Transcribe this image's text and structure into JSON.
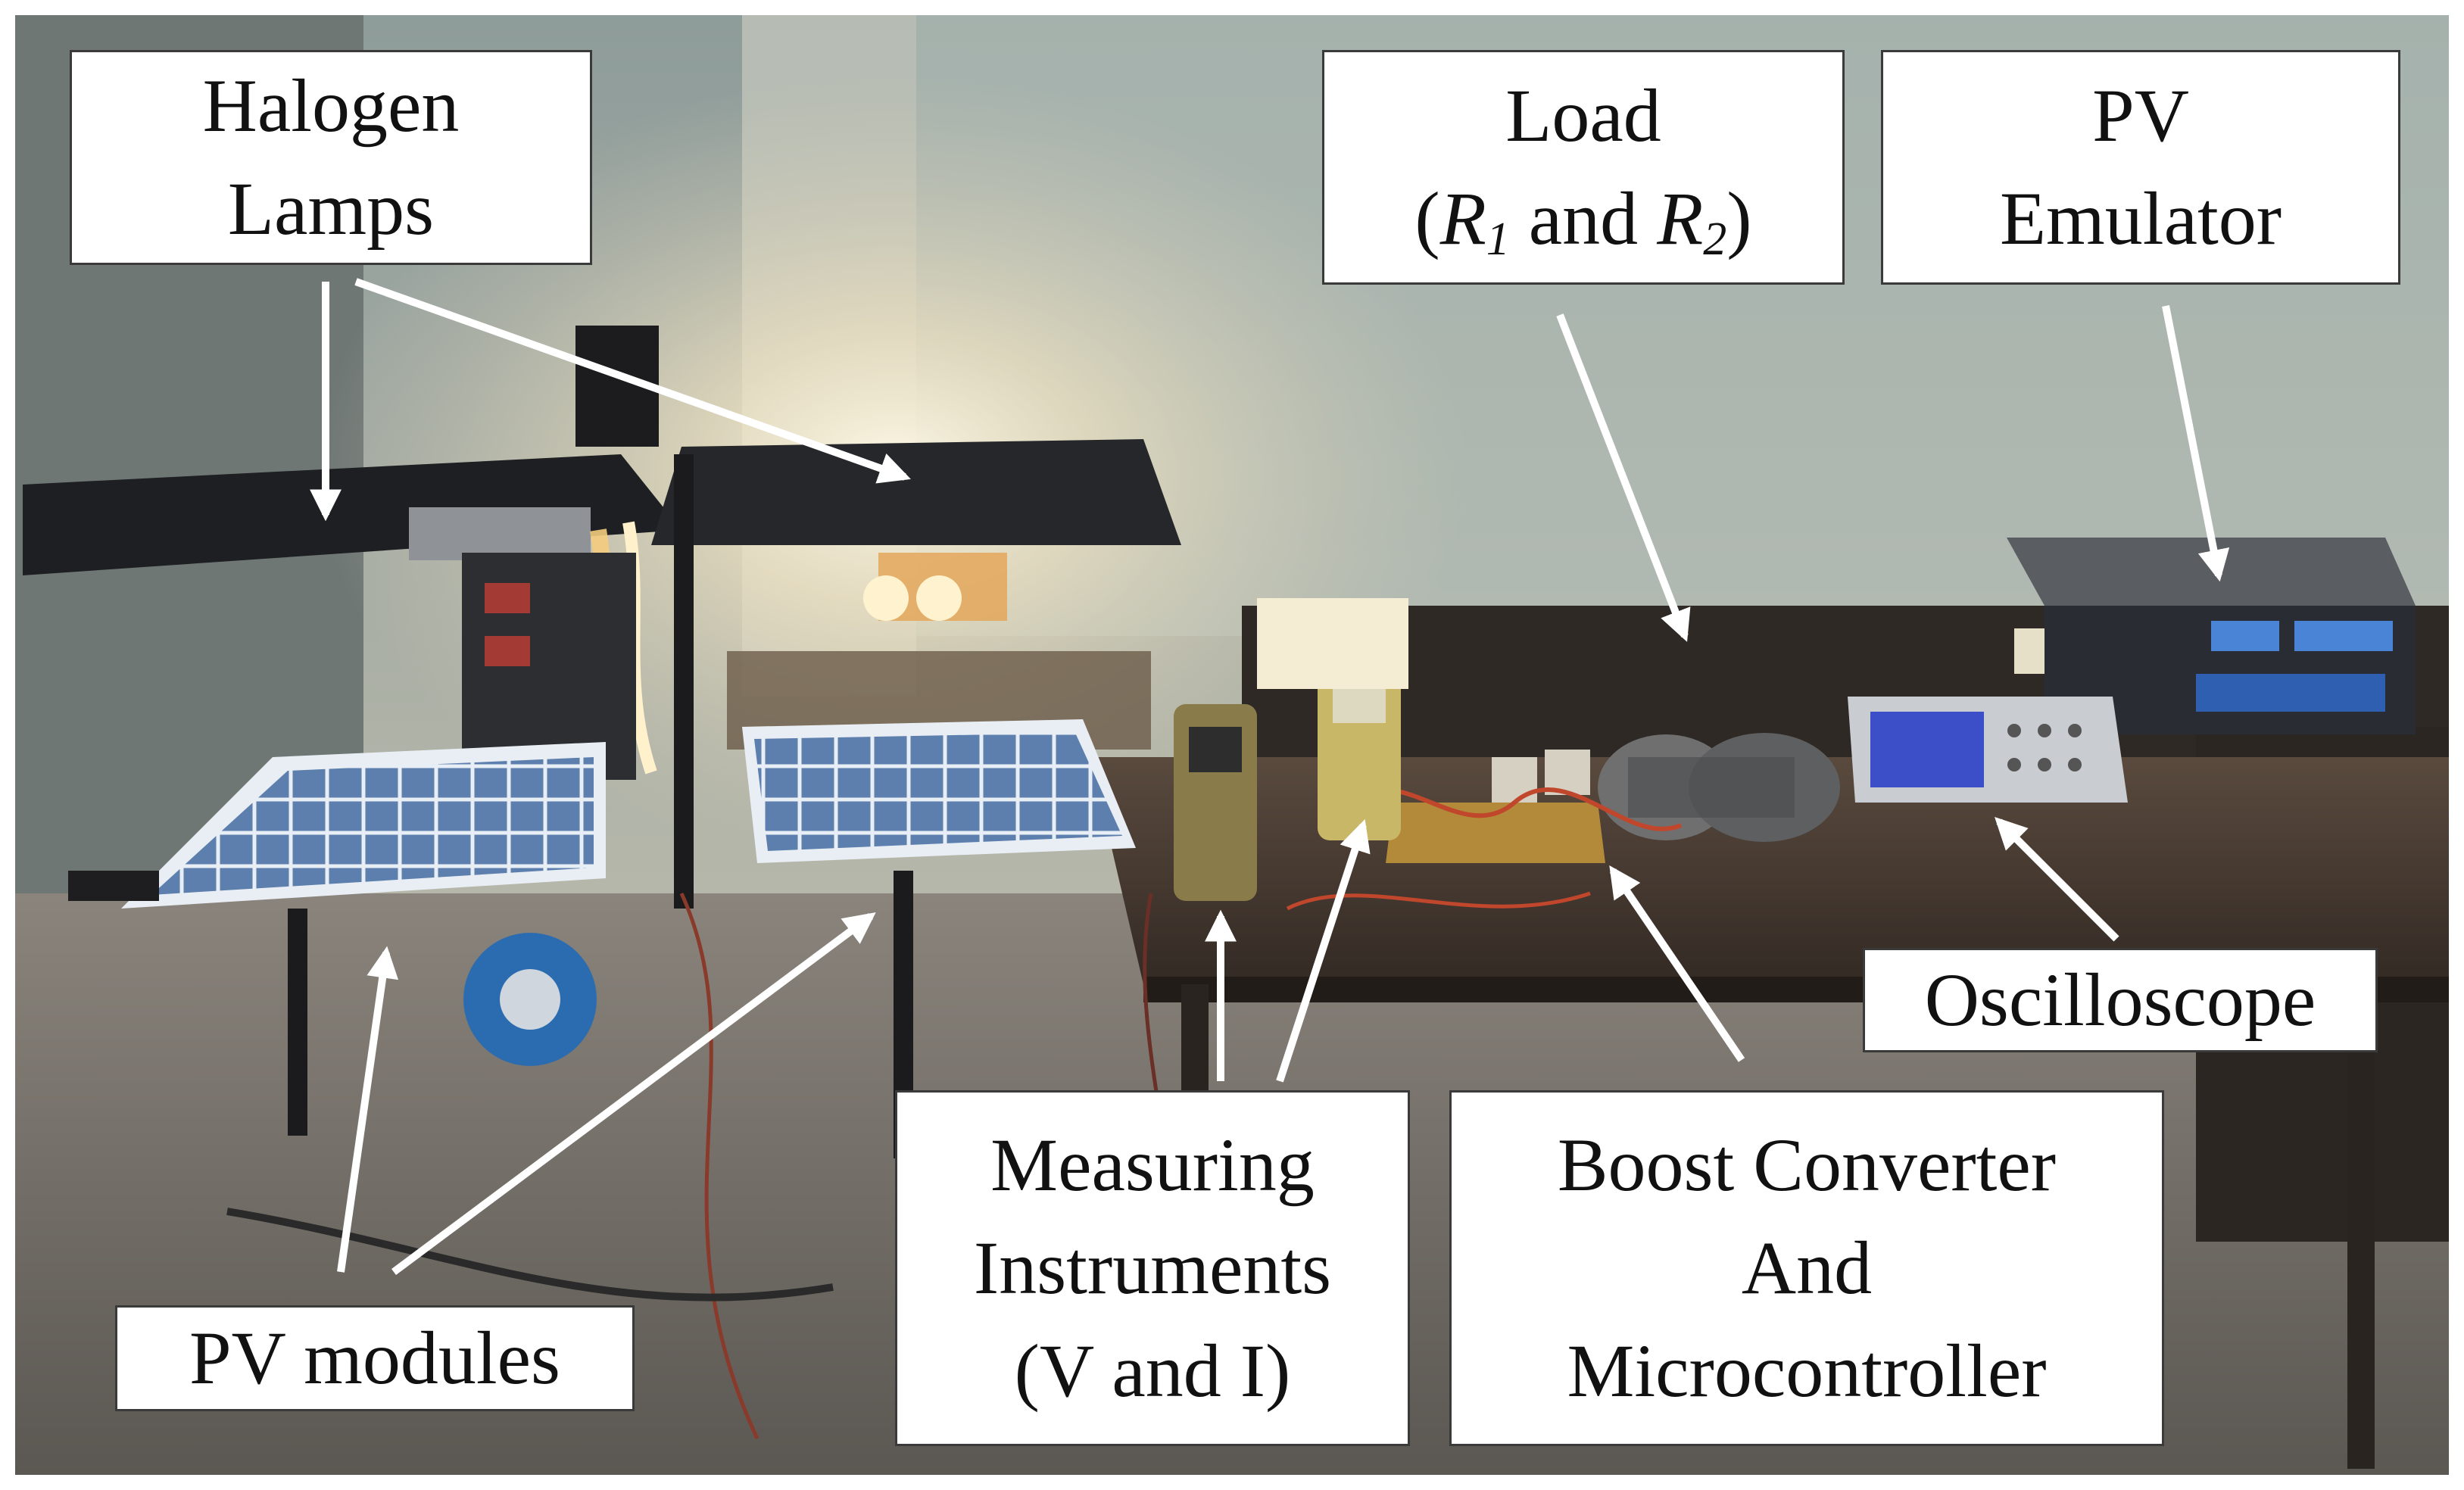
{
  "figure": {
    "type": "annotated-photograph",
    "labels": {
      "halogen_lamps": {
        "line1": "Halogen",
        "line2": "Lamps"
      },
      "load": {
        "line1": "Load",
        "open": "(",
        "r1": "R",
        "r1_sub": "1",
        "and": " and ",
        "r2": "R",
        "r2_sub": "2",
        "close": ")"
      },
      "pv_emulator": {
        "line1": "PV",
        "line2": "Emulator"
      },
      "oscilloscope": {
        "line1": "Oscilloscope"
      },
      "measuring_instruments": {
        "line1": "Measuring",
        "line2": "Instruments",
        "line3": "(V and I)"
      },
      "boost_converter": {
        "line1": "Boost Converter",
        "line2": "And",
        "line3": "Microcontroller"
      },
      "pv_modules": {
        "line1": "PV modules"
      }
    },
    "colors": {
      "label_bg": "#ffffff",
      "label_border": "#3a3a3a",
      "arrow": "#ffffff",
      "wall": "#9aa8a6",
      "floor": "#6d6a66",
      "table": "#3b322b",
      "panel_frame": "#e9eef4",
      "panel_cell": "#4f6f9d",
      "oscilloscope_screen": "#3c4fc8",
      "lamp_glow": "#fff6dc"
    }
  }
}
